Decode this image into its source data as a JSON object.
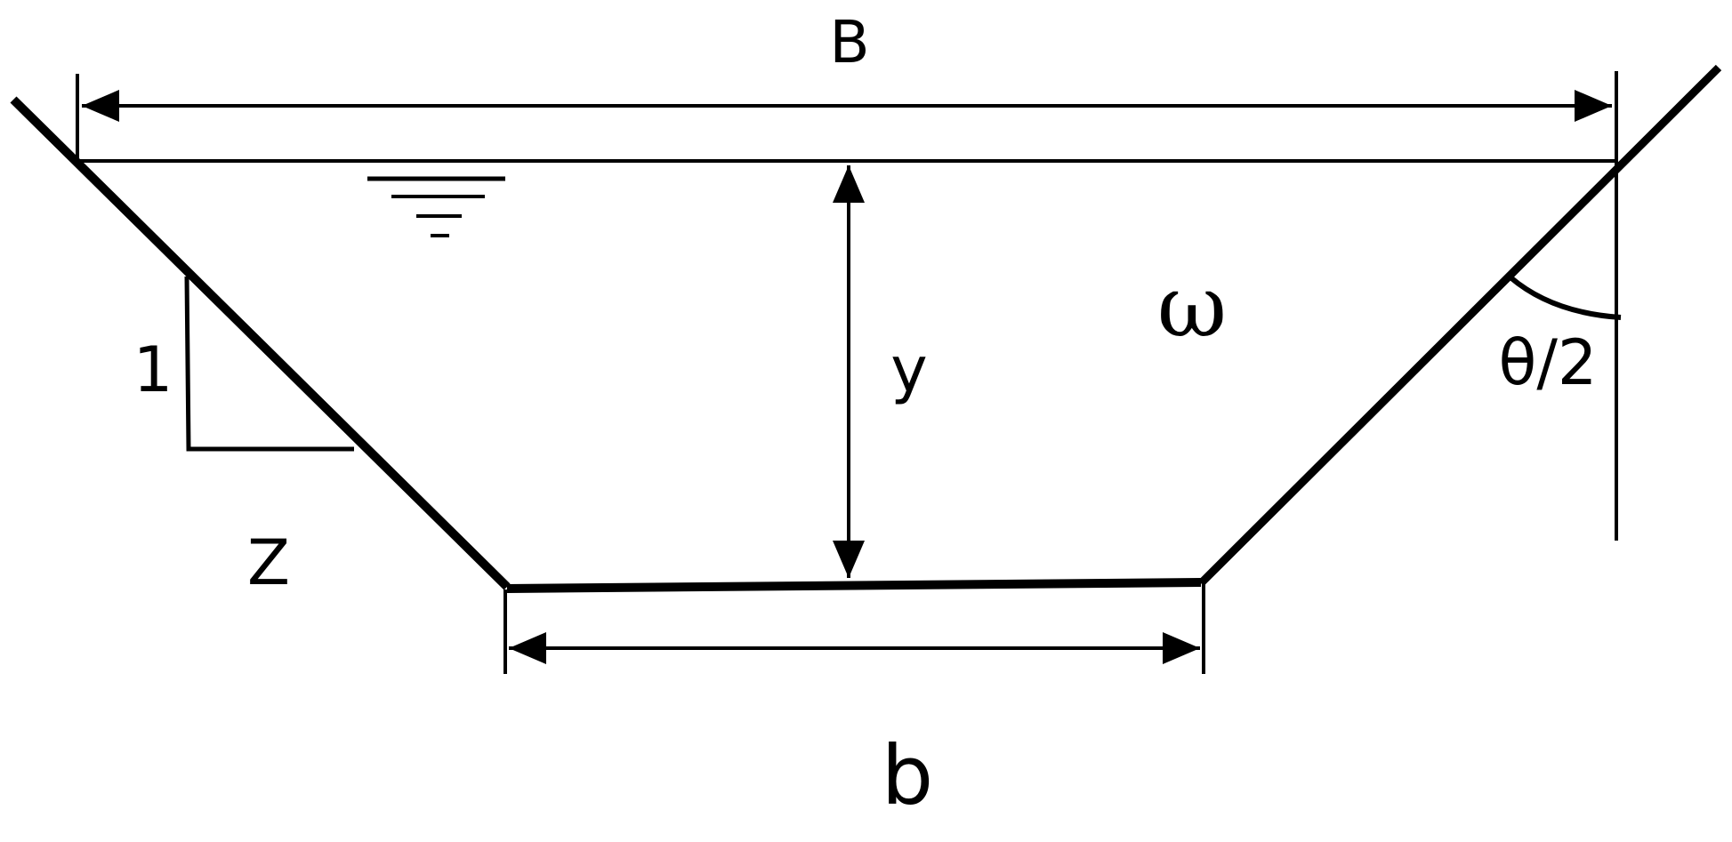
{
  "diagram": {
    "labels": {
      "top_width": "B",
      "bottom_width": "b",
      "depth": "y",
      "area": "ω",
      "half_angle": "θ/2",
      "slope_vertical": "1",
      "slope_horizontal": "Z"
    },
    "colors": {
      "ink": "#000000",
      "background": "#ffffff"
    }
  }
}
